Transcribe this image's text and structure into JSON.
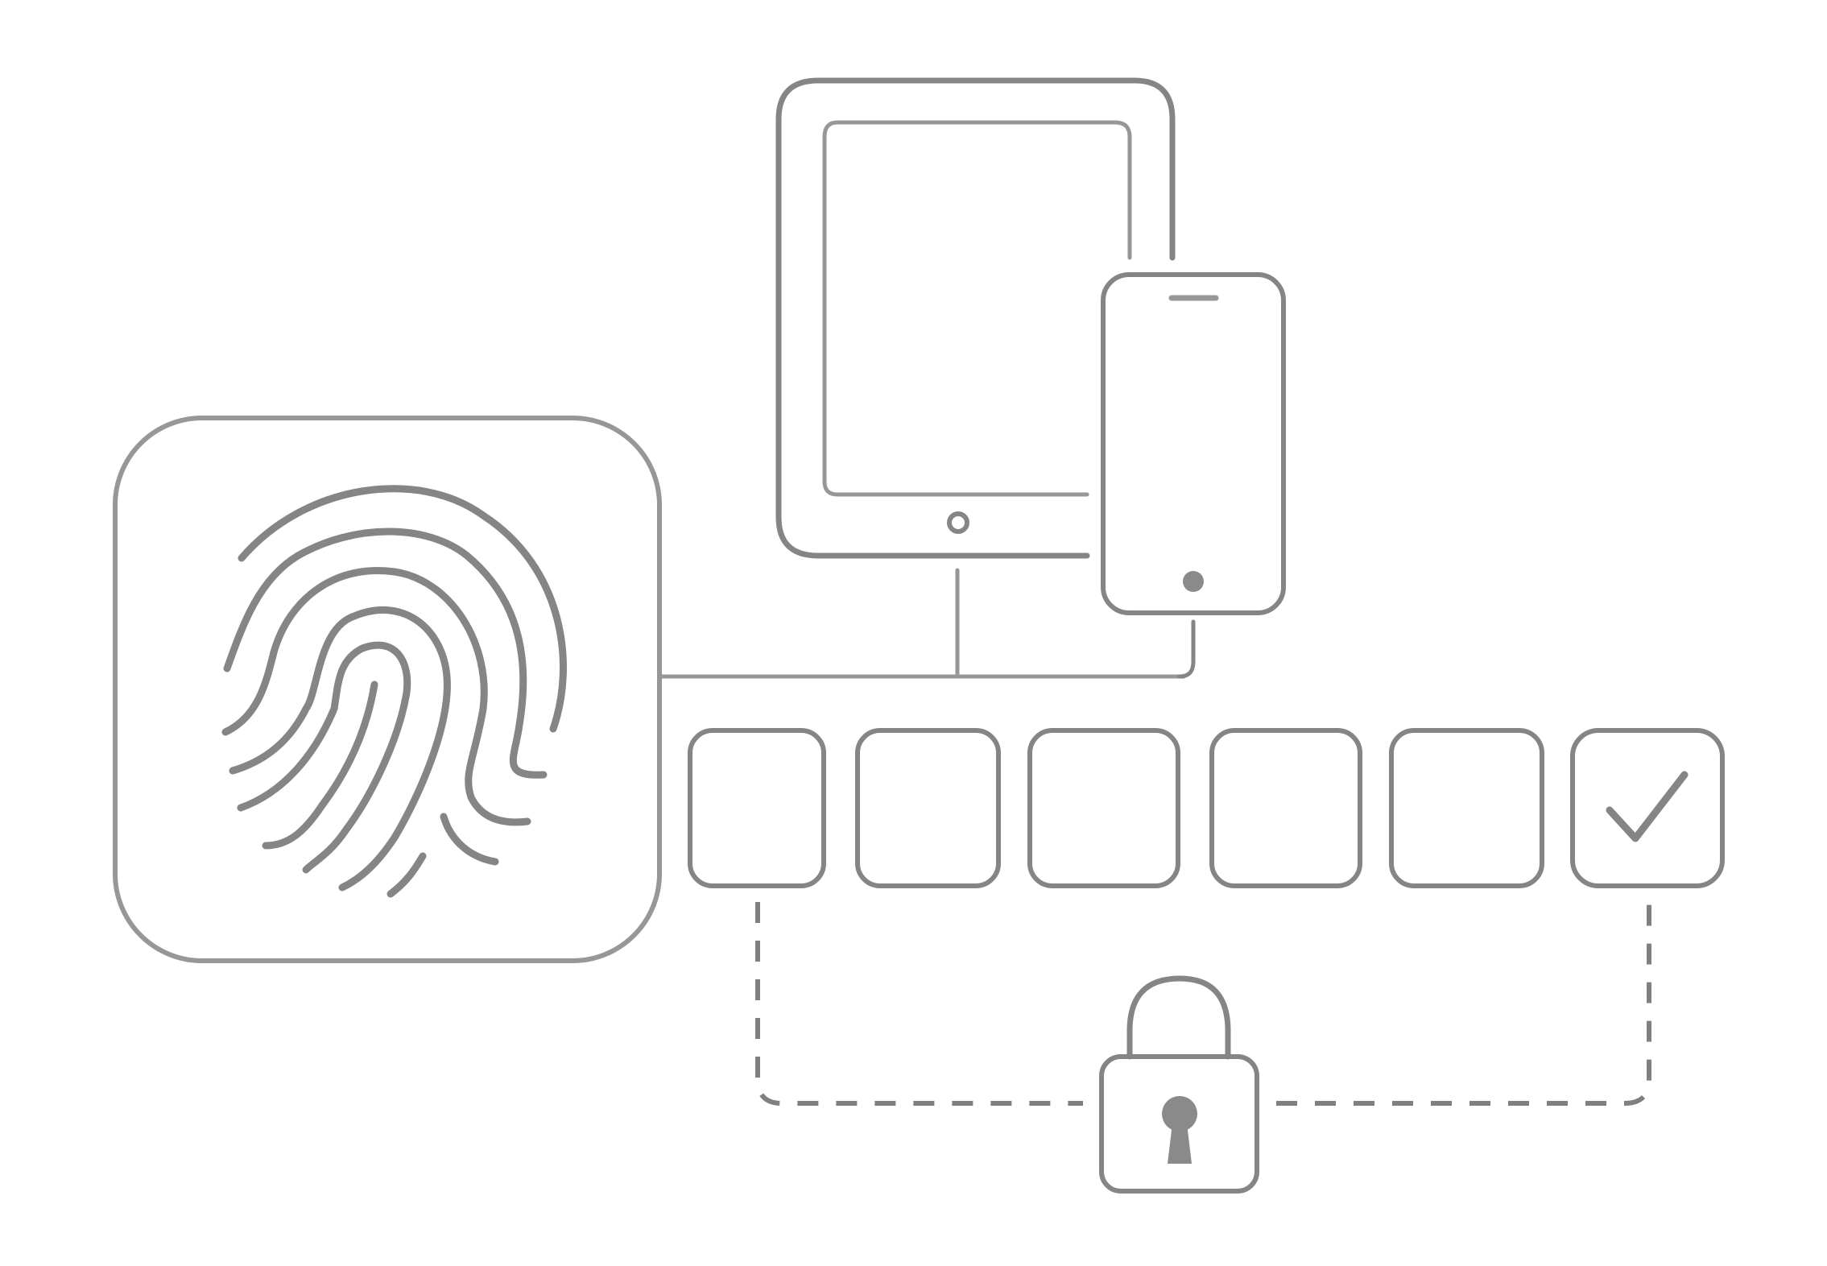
{
  "diagram": {
    "kind": "biometric-authentication-illustration",
    "colors": {
      "line": "#858585",
      "line_light": "#979797",
      "fill": "#8a8a8a",
      "background": "#ffffff"
    },
    "icons": [
      "fingerprint-icon",
      "tablet-icon",
      "smartphone-icon",
      "checkmark-icon",
      "padlock-icon",
      "keyhole-icon"
    ],
    "code_boxes": {
      "count": 6,
      "checked_index": 5
    }
  }
}
